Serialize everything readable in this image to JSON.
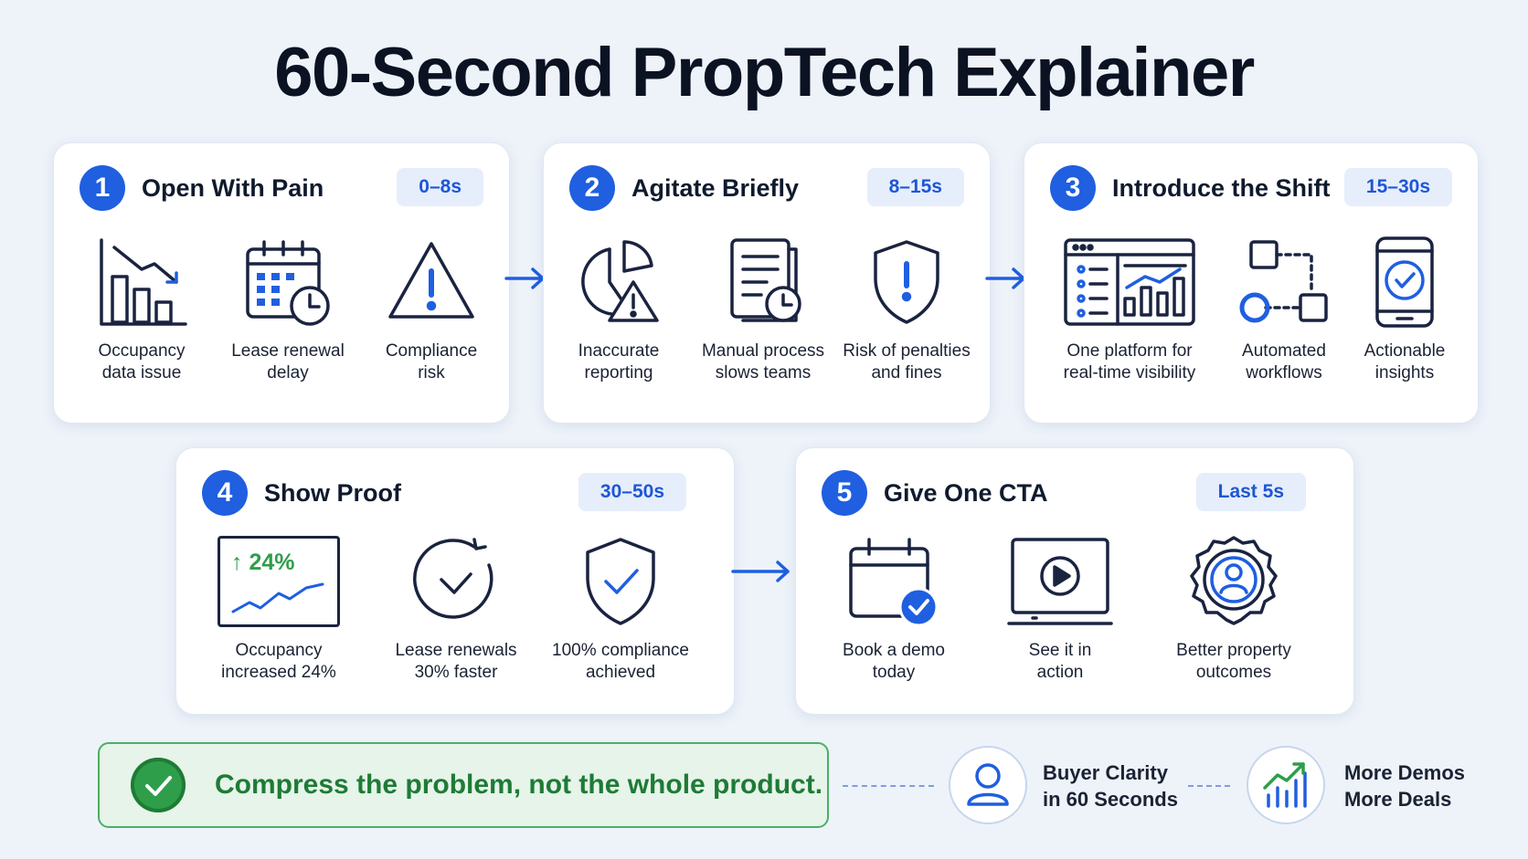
{
  "title": "60-Second PropTech Explainer",
  "accent_color": "#1f5fe0",
  "steps": [
    {
      "number": "1",
      "title": "Open With Pain",
      "timing": "0–8s",
      "items": [
        {
          "label": "Occupancy\ndata issue",
          "icon": "declining-bar-chart-icon"
        },
        {
          "label": "Lease renewal\ndelay",
          "icon": "calendar-clock-icon"
        },
        {
          "label": "Compliance\nrisk",
          "icon": "warning-triangle-icon"
        }
      ]
    },
    {
      "number": "2",
      "title": "Agitate Briefly",
      "timing": "8–15s",
      "items": [
        {
          "label": "Inaccurate\nreporting",
          "icon": "pie-chart-warning-icon"
        },
        {
          "label": "Manual process\nslows teams",
          "icon": "document-clock-icon"
        },
        {
          "label": "Risk of penalties\nand fines",
          "icon": "shield-alert-icon"
        }
      ]
    },
    {
      "number": "3",
      "title": "Introduce the Shift",
      "timing": "15–30s",
      "items": [
        {
          "label": "One platform for\nreal-time visibility",
          "icon": "dashboard-window-icon"
        },
        {
          "label": "Automated\nworkflows",
          "icon": "workflow-nodes-icon"
        },
        {
          "label": "Actionable\ninsights",
          "icon": "phone-check-icon"
        }
      ]
    },
    {
      "number": "4",
      "title": "Show Proof",
      "timing": "30–50s",
      "metric": "↑ 24%",
      "items": [
        {
          "label": "Occupancy\nincreased 24%",
          "icon": "growth-chart-icon"
        },
        {
          "label": "Lease renewals\n30% faster",
          "icon": "clock-check-icon"
        },
        {
          "label": "100% compliance\nachieved",
          "icon": "shield-check-icon"
        }
      ]
    },
    {
      "number": "5",
      "title": "Give One CTA",
      "timing": "Last 5s",
      "items": [
        {
          "label": "Book a demo\ntoday",
          "icon": "calendar-check-icon"
        },
        {
          "label": "See it in\naction",
          "icon": "play-video-icon"
        },
        {
          "label": "Better property\noutcomes",
          "icon": "award-badge-icon"
        }
      ]
    }
  ],
  "callout": {
    "text": "Compress the problem, not the whole product.",
    "color": "#2f9e4b"
  },
  "outcomes": [
    {
      "text": "Buyer Clarity\nin 60 Seconds",
      "icon": "user-icon"
    },
    {
      "text": "More Demos\nMore Deals",
      "icon": "growth-bars-icon"
    }
  ]
}
